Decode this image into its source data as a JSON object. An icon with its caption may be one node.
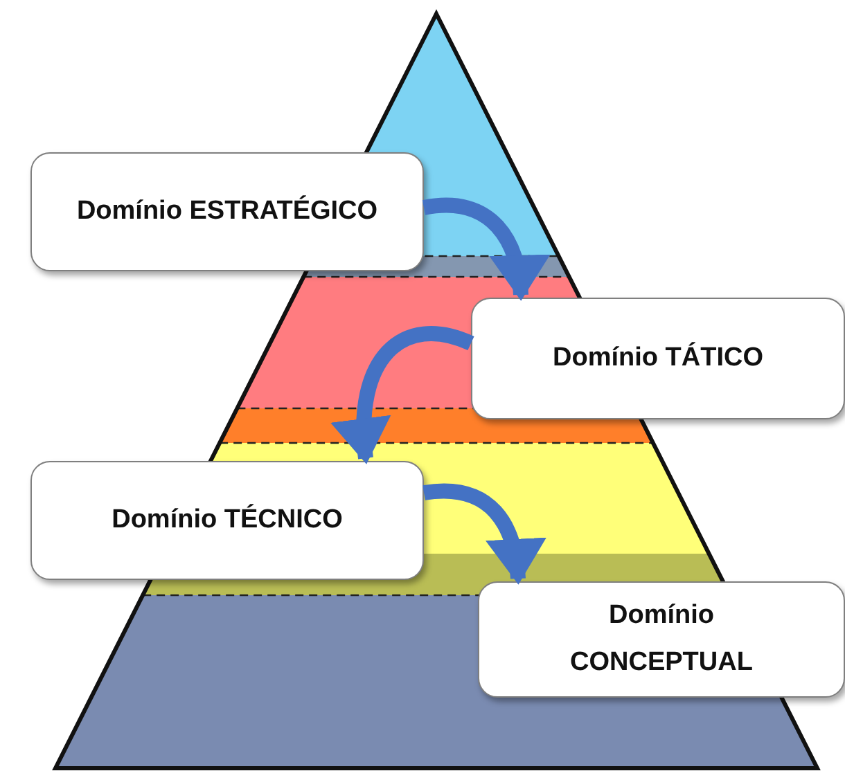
{
  "diagram": {
    "nodes": [
      {
        "text": [
          "Domínio ESTRATÉGICO"
        ]
      },
      {
        "text": [
          "Domínio TÁTICO"
        ]
      },
      {
        "text": [
          "Domínio TÉCNICO"
        ]
      },
      {
        "text": [
          "Domínio CONCEPTUAL"
        ]
      }
    ],
    "edges": [
      {
        "from": 0,
        "to": 1,
        "arrow": "to"
      },
      {
        "from": 1,
        "to": 2,
        "arrow": "to"
      },
      {
        "from": 2,
        "to": 3,
        "arrow": "to"
      }
    ]
  }
}
